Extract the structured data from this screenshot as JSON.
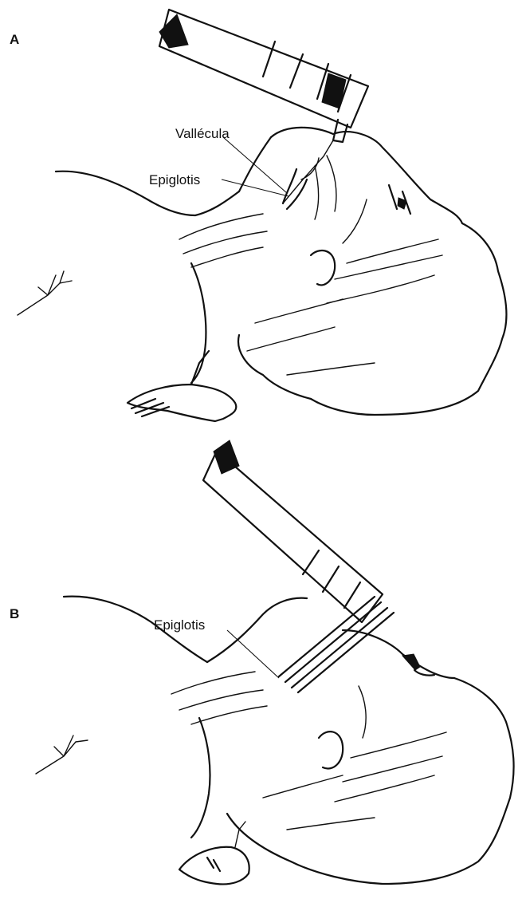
{
  "panels": [
    {
      "letter": "A",
      "labels": {
        "vallecula": "Vallécula",
        "epiglottis": "Epiglotis"
      }
    },
    {
      "letter": "B",
      "labels": {
        "epiglottis": "Epiglotis"
      }
    }
  ],
  "colors": {
    "ink": "#111111",
    "background": "#ffffff"
  }
}
